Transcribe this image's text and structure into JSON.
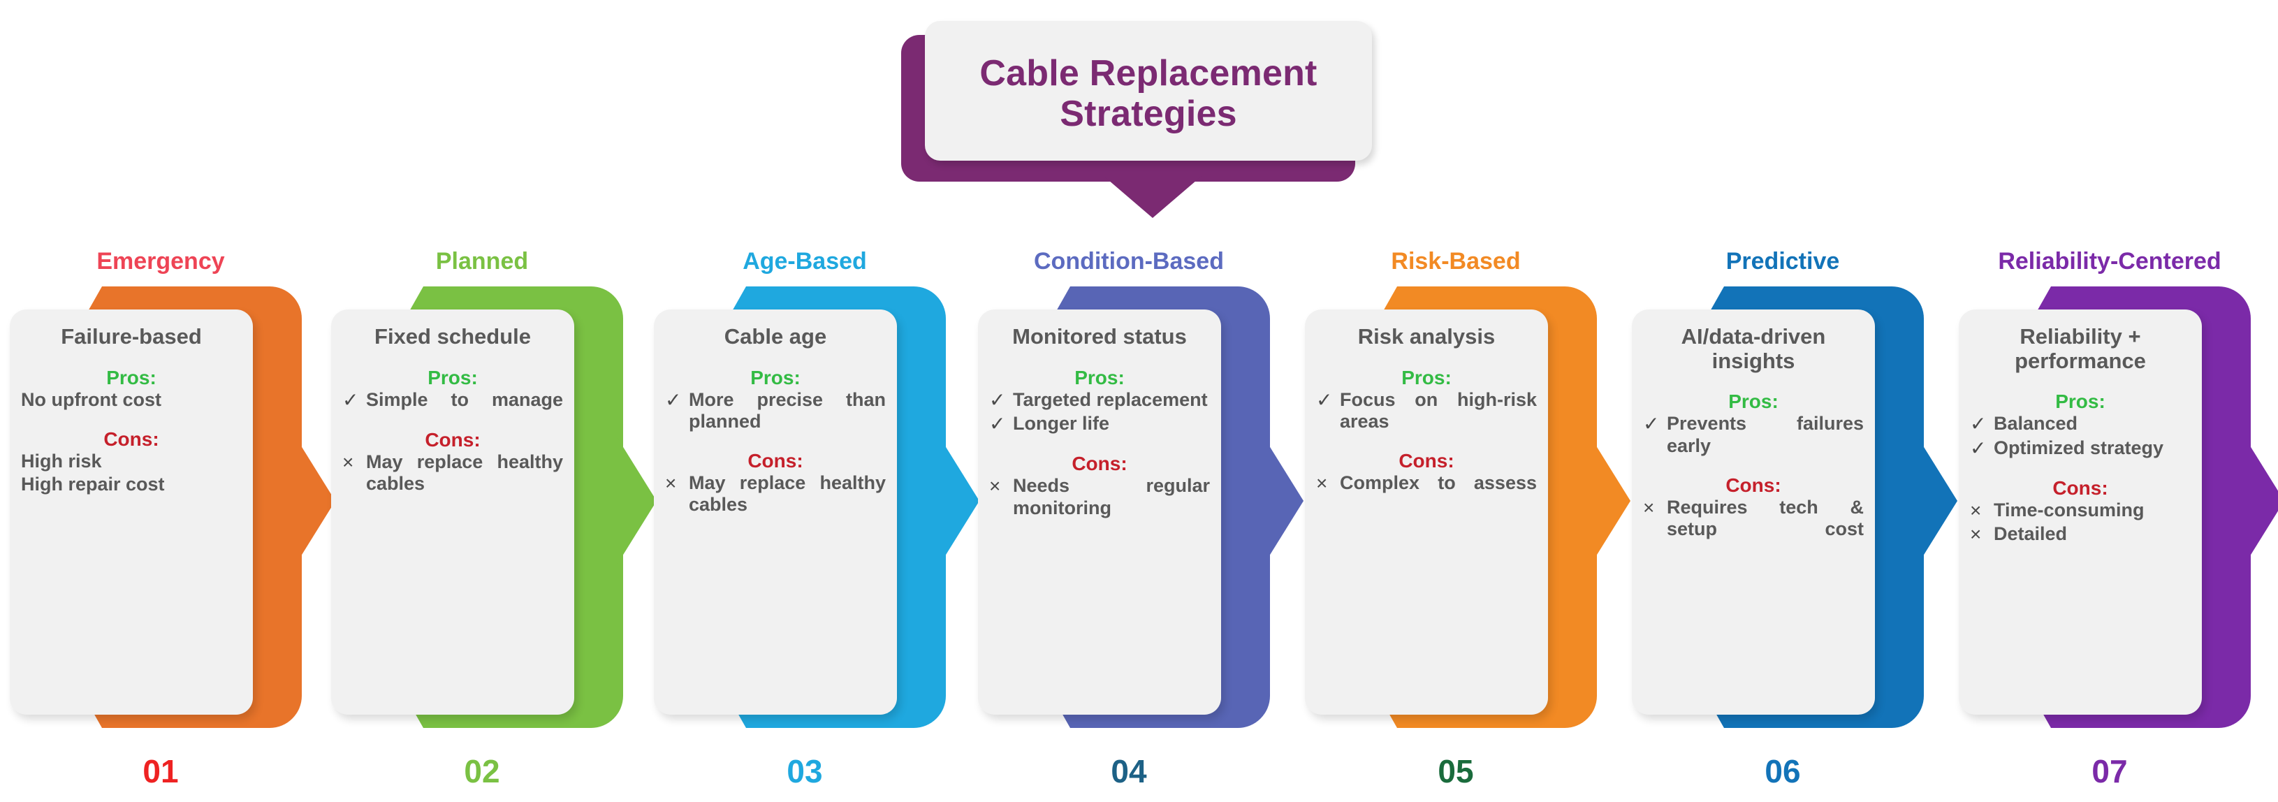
{
  "title": {
    "line1": "Cable Replacement",
    "line2": "Strategies",
    "color": "#7b2a72"
  },
  "labels": {
    "pros": "Pros:",
    "cons": "Cons:",
    "check_icon": "✓",
    "cross_icon": "×"
  },
  "cards": [
    {
      "header": "Emergency",
      "subtitle": "Failure-based",
      "pros": [
        "No upfront cost"
      ],
      "cons": [
        "High risk",
        "High repair cost"
      ],
      "bullets": false,
      "number": "01",
      "color": "#e8742a",
      "header_color": "#ee4455",
      "number_color": "#ee2222"
    },
    {
      "header": "Planned",
      "subtitle": "Fixed schedule",
      "pros": [
        "Simple to manage"
      ],
      "cons": [
        "May replace healthy cables"
      ],
      "bullets": true,
      "number": "02",
      "color": "#85c council",
      "header_color": "#7ac143",
      "number_color": "#7ac143"
    },
    {
      "header": "Age-Based",
      "subtitle": "Cable age",
      "pros": [
        "More precise than planned"
      ],
      "cons": [
        "May replace healthy cables"
      ],
      "bullets": true,
      "number": "03",
      "color": "#1fa8df",
      "header_color": "#1fa8df",
      "number_color": "#1fa8df"
    },
    {
      "header": "Condition-Based",
      "subtitle": "Monitored status",
      "pros": [
        "Targeted replacement",
        "Longer life"
      ],
      "cons": [
        "Needs regular monitoring"
      ],
      "bullets": true,
      "number": "04",
      "color": "#5865b5",
      "header_color": "#5c6bc0",
      "number_color": "#1d6186"
    },
    {
      "header": "Risk-Based",
      "subtitle": "Risk analysis",
      "pros": [
        "Focus on high-risk areas"
      ],
      "cons": [
        "Complex to assess"
      ],
      "bullets": true,
      "number": "05",
      "color": "#f28a24",
      "header_color": "#f28a24",
      "number_color": "#1a6b3c"
    },
    {
      "header": "Predictive",
      "subtitle": "AI/data-driven insights",
      "pros": [
        "Prevents failures early"
      ],
      "cons": [
        "Requires tech & setup cost"
      ],
      "bullets": true,
      "number": "06",
      "color": "#1273b8",
      "header_color": "#1273b8",
      "number_color": "#1273b8"
    },
    {
      "header": "Reliability-Centered",
      "subtitle": "Reliability + performance",
      "pros": [
        "Balanced",
        "Optimized strategy"
      ],
      "cons": [
        "Time-consuming",
        "Detailed"
      ],
      "bullets": true,
      "number": "07",
      "color": "#7b2aa8",
      "header_color": "#7b2aa8",
      "number_color": "#7b2aa8"
    }
  ]
}
